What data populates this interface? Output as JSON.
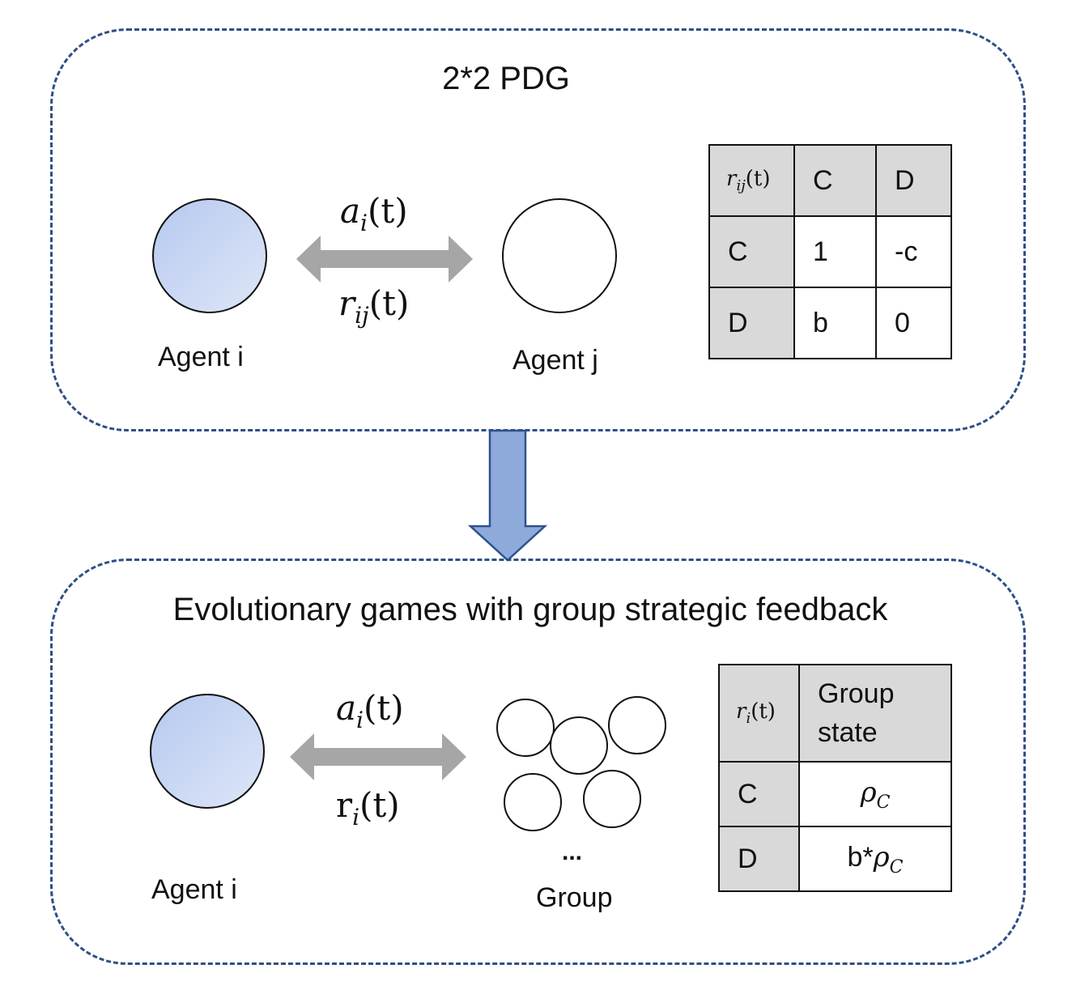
{
  "top_panel": {
    "title": "2*2 PDG",
    "agent_i_label": "Agent i",
    "agent_j_label": "Agent j",
    "action": {
      "symbol": "a",
      "sub": "i",
      "arg": "(t)"
    },
    "reward": {
      "symbol": "r",
      "sub": "ij",
      "arg": "(t)"
    },
    "table": {
      "corner": {
        "symbol": "r",
        "sub": "ij",
        "arg": "(t)"
      },
      "col_headers": [
        "C",
        "D"
      ],
      "rows": [
        {
          "header": "C",
          "cells": [
            "1",
            "-c"
          ]
        },
        {
          "header": "D",
          "cells": [
            "b",
            "0"
          ]
        }
      ]
    }
  },
  "bottom_panel": {
    "title": "Evolutionary games with group strategic feedback",
    "agent_i_label": "Agent i",
    "group_label": "Group",
    "ellipsis": "...",
    "action": {
      "symbol": "a",
      "sub": "i",
      "arg": "(t)"
    },
    "reward": {
      "symbol": "r",
      "sub": "i",
      "arg": "(t)"
    },
    "table": {
      "corner": {
        "symbol": "r",
        "sub": "i",
        "arg": "(t)"
      },
      "col_header": "Group state",
      "rows": [
        {
          "header": "C",
          "prefix": "",
          "symbol": "ρ",
          "sub": "C"
        },
        {
          "header": "D",
          "prefix": "b*",
          "symbol": "ρ",
          "sub": "C"
        }
      ]
    }
  },
  "colors": {
    "panel_border": "#2f4f86",
    "agent_fill": "#c8d6f4",
    "double_arrow": "#a6a6a6",
    "down_arrow_fill": "#8eaadb",
    "down_arrow_stroke": "#2f528f",
    "table_header_fill": "#d9d9d9"
  }
}
